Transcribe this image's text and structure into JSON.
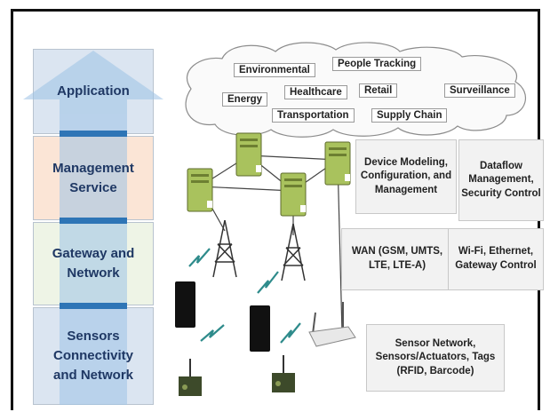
{
  "layers": [
    {
      "label": "Application"
    },
    {
      "label": "Management Service"
    },
    {
      "label": "Gateway and Network"
    },
    {
      "label": "Sensors Connectivity and Network"
    }
  ],
  "cloud_apps": [
    "Environmental",
    "People Tracking",
    "Energy",
    "Healthcare",
    "Retail",
    "Surveillance",
    "Transportation",
    "Supply Chain"
  ],
  "boxes": {
    "device_modeling": "Device Modeling, Configuration, and Management",
    "dataflow": "Dataflow Management, Security Control",
    "wan": "WAN (GSM, UMTS, LTE, LTE-A)",
    "wifi": "Wi-Fi, Ethernet, Gateway Control",
    "sensor_network": "Sensor Network, Sensors/Actuators, Tags (RFID, Barcode)"
  },
  "colors": {
    "layer_blue": "#dbe5f1",
    "layer_orange": "#fbe5d6",
    "layer_green": "#eef4e6",
    "arrow": "#9dc3e6",
    "arrow_dark": "#2e75b6",
    "server": "#a9c25d"
  }
}
